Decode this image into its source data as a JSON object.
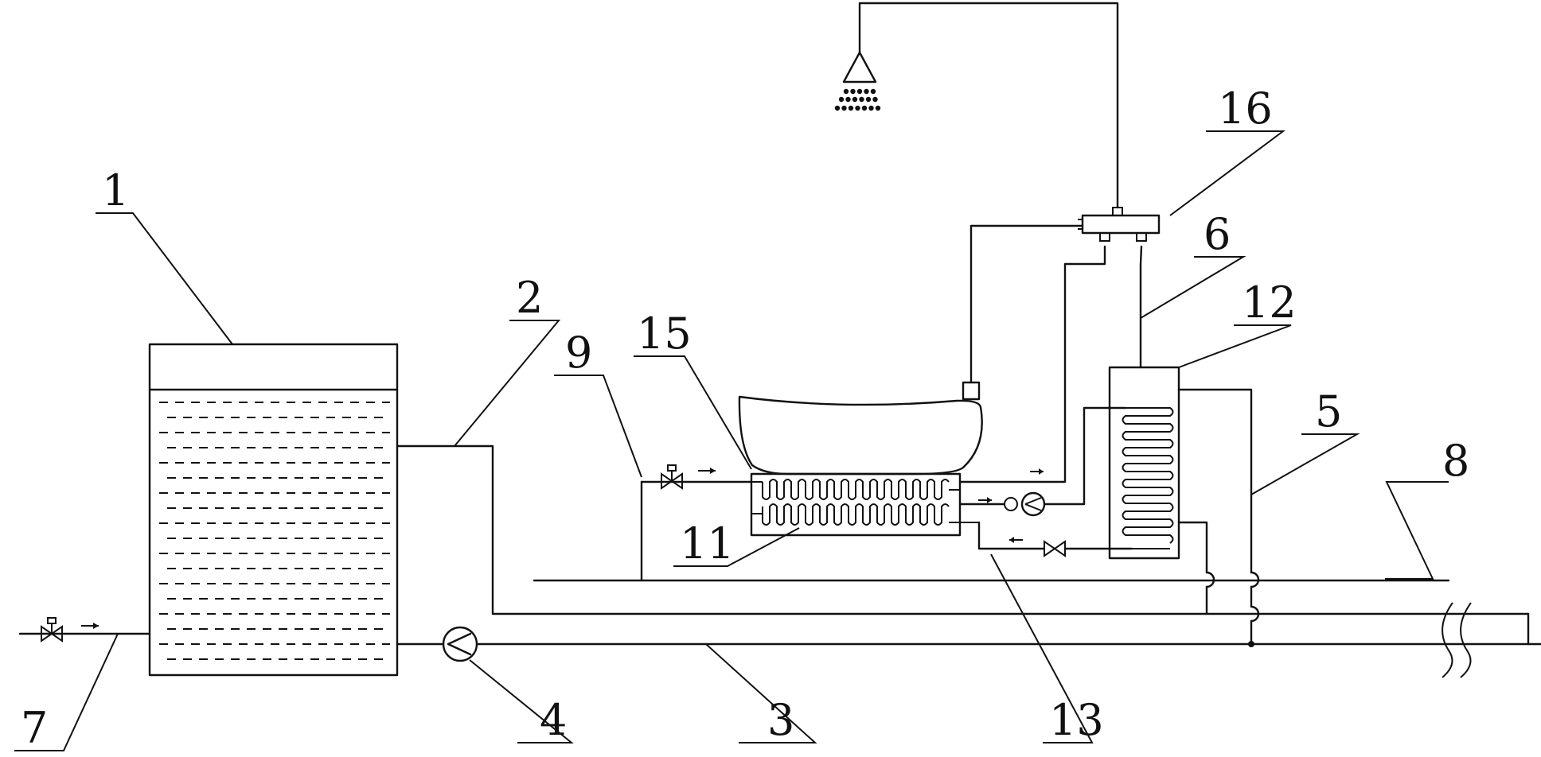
{
  "figure": {
    "labels": {
      "n1": "1",
      "n2": "2",
      "n3": "3",
      "n4": "4",
      "n5": "5",
      "n6": "6",
      "n7": "7",
      "n8": "8",
      "n9": "9",
      "n11": "11",
      "n12": "12",
      "n13": "13",
      "n15": "15",
      "n16": "16"
    }
  }
}
